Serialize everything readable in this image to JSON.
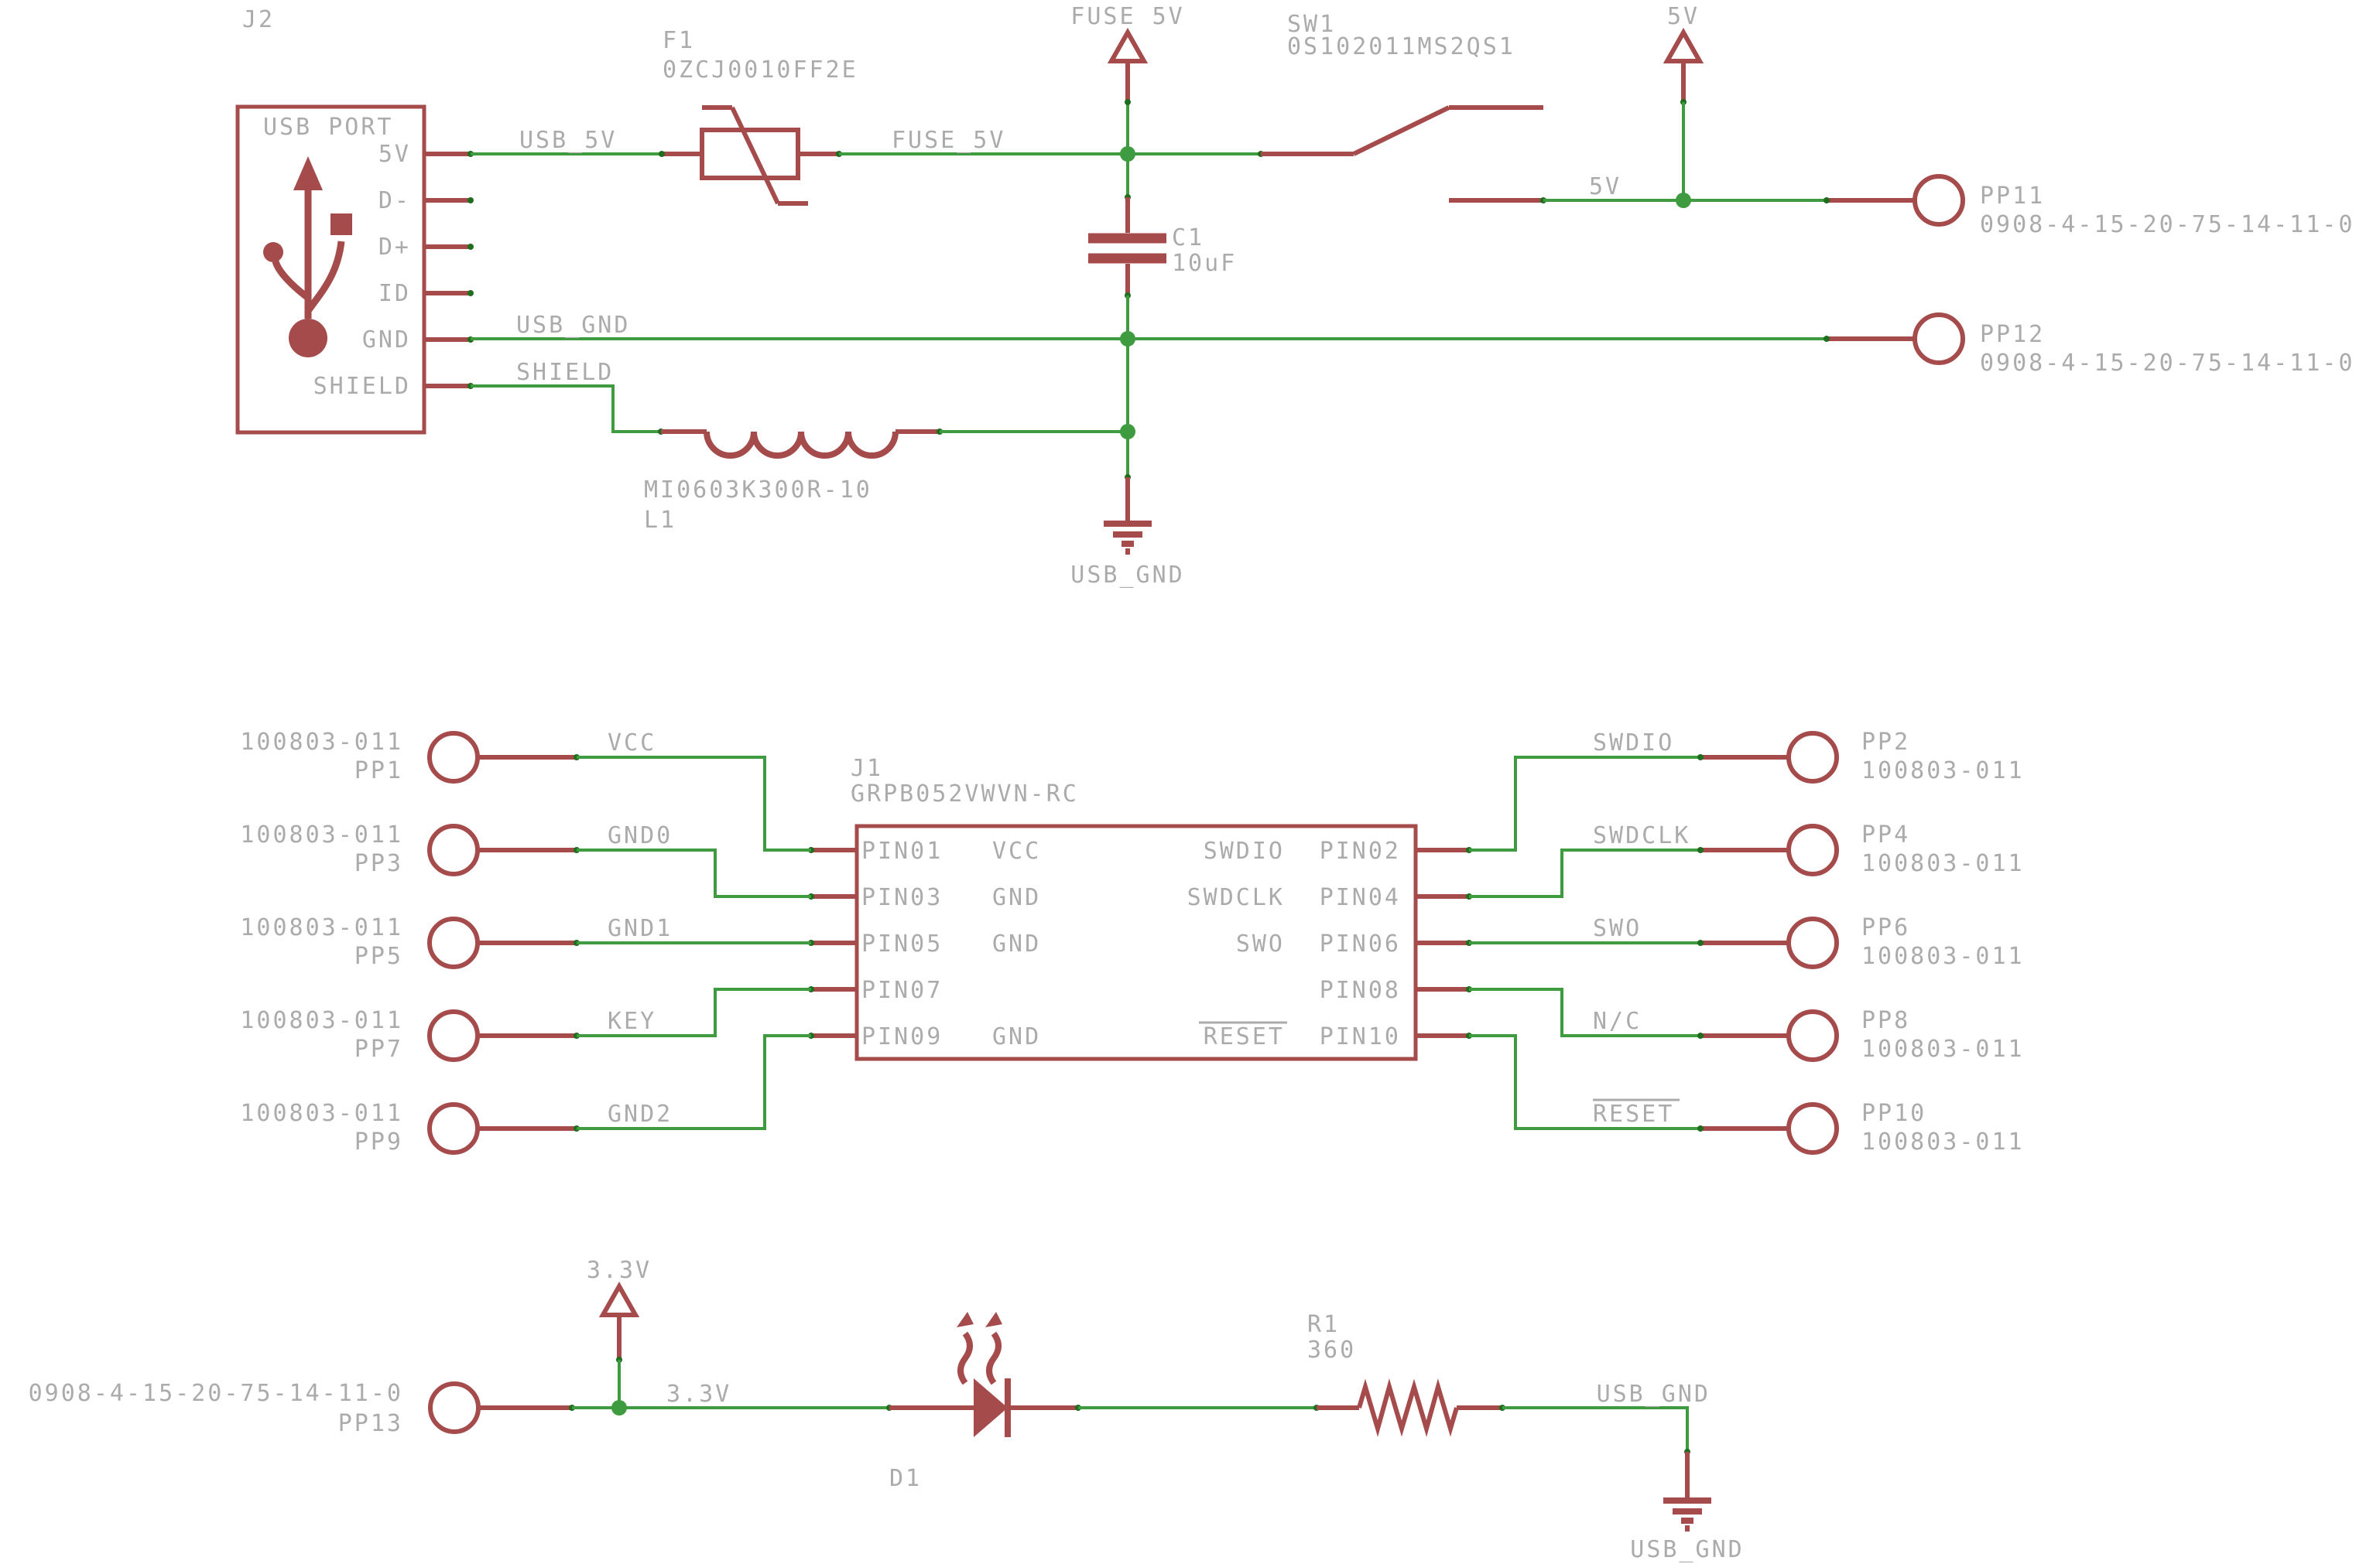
{
  "schematic": {
    "colors": {
      "wire_green": "#3F9B3F",
      "component_red": "#A54B4B",
      "label_gray": "#ABABAB",
      "pin_dot_green": "#1E6E1E",
      "background": "#FFFFFF"
    },
    "top": {
      "usb_port": {
        "ref": "J2",
        "title": "USB PORT",
        "pins": [
          "5V",
          "D-",
          "D+",
          "ID",
          "GND",
          "SHIELD"
        ]
      },
      "fuse": {
        "ref": "F1",
        "part": "0ZCJ0010FF2E"
      },
      "switch": {
        "ref": "SW1",
        "part": "0S102011MS2QS1"
      },
      "cap": {
        "ref": "C1",
        "value": "10uF"
      },
      "inductor": {
        "ref": "L1",
        "part": "MI0603K300R-10"
      },
      "supply_fuse5v": "FUSE 5V",
      "supply_5v": "5V",
      "gnd_symbol_label": "USB_GND",
      "nets": {
        "usb_5v": "USB_5V",
        "fuse_5v": "FUSE_5V",
        "usb_gnd": "USB_GND",
        "shield": "SHIELD",
        "v5": "5V"
      },
      "tp11": {
        "ref": "PP11",
        "part": "0908-4-15-20-75-14-11-0"
      },
      "tp12": {
        "ref": "PP12",
        "part": "0908-4-15-20-75-14-11-0"
      }
    },
    "middle": {
      "header": {
        "ref": "J1",
        "part": "GRPB052VWVN-RC",
        "rows": [
          {
            "left_pin": "PIN01",
            "left_fn": "VCC",
            "right_fn": "SWDIO",
            "right_pin": "PIN02"
          },
          {
            "left_pin": "PIN03",
            "left_fn": "GND",
            "right_fn": "SWDCLK",
            "right_pin": "PIN04"
          },
          {
            "left_pin": "PIN05",
            "left_fn": "GND",
            "right_fn": "SWO",
            "right_pin": "PIN06"
          },
          {
            "left_pin": "PIN07",
            "left_fn": "",
            "right_fn": "",
            "right_pin": "PIN08"
          },
          {
            "left_pin": "PIN09",
            "left_fn": "GND",
            "right_fn": "RESET",
            "right_pin": "PIN10"
          }
        ]
      },
      "left_tps": [
        {
          "ref": "PP1",
          "part": "100803-011",
          "net": "VCC"
        },
        {
          "ref": "PP3",
          "part": "100803-011",
          "net": "GND0"
        },
        {
          "ref": "PP5",
          "part": "100803-011",
          "net": "GND1"
        },
        {
          "ref": "PP7",
          "part": "100803-011",
          "net": "KEY"
        },
        {
          "ref": "PP9",
          "part": "100803-011",
          "net": "GND2"
        }
      ],
      "right_tps": [
        {
          "ref": "PP2",
          "part": "100803-011",
          "net": "SWDIO"
        },
        {
          "ref": "PP4",
          "part": "100803-011",
          "net": "SWDCLK"
        },
        {
          "ref": "PP6",
          "part": "100803-011",
          "net": "SWO"
        },
        {
          "ref": "PP8",
          "part": "100803-011",
          "net": "N/C"
        },
        {
          "ref": "PP10",
          "part": "100803-011",
          "net": "RESET"
        }
      ]
    },
    "bottom": {
      "tp13": {
        "ref": "PP13",
        "part": "0908-4-15-20-75-14-11-0"
      },
      "supply_3v3": "3.3V",
      "net_3v3": "3.3V",
      "led": {
        "ref": "D1"
      },
      "resistor": {
        "ref": "R1",
        "value": "360"
      },
      "net_usb_gnd": "USB_GND",
      "gnd_symbol_label": "USB_GND"
    }
  }
}
